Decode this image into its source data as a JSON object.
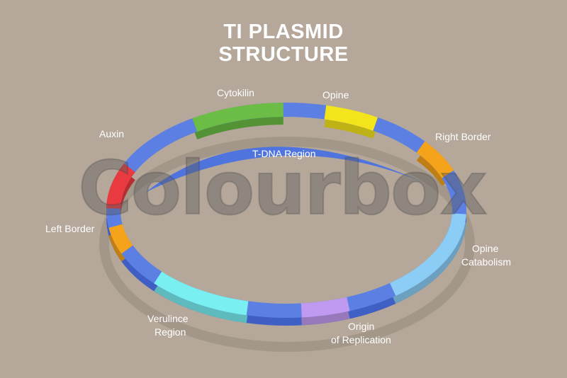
{
  "title_line1": "TI PLASMID",
  "title_line2": "STRUCTURE",
  "watermark": "Colourbox",
  "colors": {
    "background": "#b5a89a",
    "ring_blue": "#5b7fe3",
    "ring_blue_side": "#3f5fc4",
    "tdna_arc": "#4f74de"
  },
  "labels": {
    "cytokilin": "Cytokilin",
    "opine": "Opine",
    "auxin": "Auxin",
    "right_border": "Right Border",
    "tdna_region": "T-DNA Region",
    "left_border": "Left Border",
    "opine_catabolism_1": "Opine",
    "opine_catabolism_2": "Catabolism",
    "verulince_1": "Verulince",
    "verulince_2": "Region",
    "origin_1": "Origin",
    "origin_2": "of Replication"
  },
  "segments": [
    {
      "name": "auxin",
      "color": "#e83a3f",
      "from": 181,
      "to": 205
    },
    {
      "name": "cytokilin",
      "color": "#6bbd45",
      "from": 238,
      "to": 269
    },
    {
      "name": "opine",
      "color": "#f4e41c",
      "from": 283,
      "to": 301
    },
    {
      "name": "right-border",
      "color": "#f5a31b",
      "from": 321,
      "to": 339
    },
    {
      "name": "opine-catabolism",
      "color": "#8ccdf5",
      "from": 2,
      "to": 52
    },
    {
      "name": "origin-of-replication",
      "color": "#c09af0",
      "from": 69,
      "to": 85
    },
    {
      "name": "verulince-region",
      "color": "#79eff2",
      "from": 103,
      "to": 138
    },
    {
      "name": "left-border",
      "color": "#f5a31b",
      "from": 157,
      "to": 171
    }
  ]
}
